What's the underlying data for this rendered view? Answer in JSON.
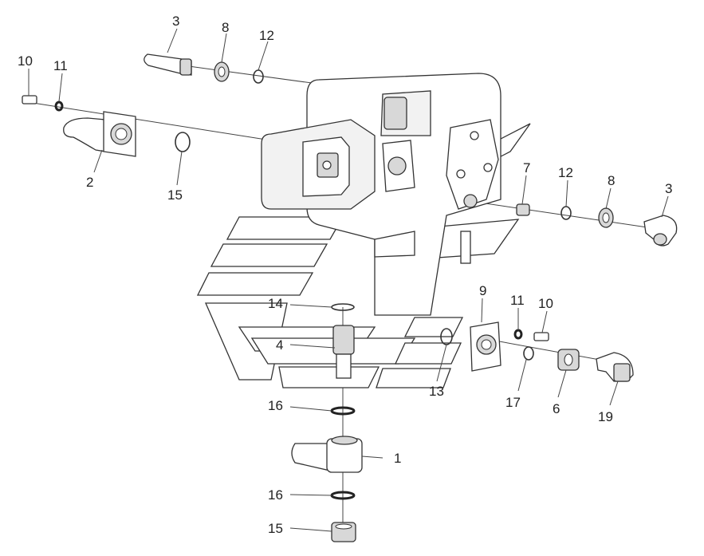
{
  "callouts": {
    "c1": "1",
    "c2": "2",
    "c3a": "3",
    "c3b": "3",
    "c4": "4",
    "c6": "6",
    "c7": "7",
    "c8a": "8",
    "c8b": "8",
    "c9": "9",
    "c10a": "10",
    "c10b": "10",
    "c11a": "11",
    "c11b": "11",
    "c12a": "12",
    "c12b": "12",
    "c13": "13",
    "c14": "14",
    "c15a": "15",
    "c15b": "15",
    "c16a": "16",
    "c16b": "16",
    "c17": "17",
    "c19": "19"
  }
}
